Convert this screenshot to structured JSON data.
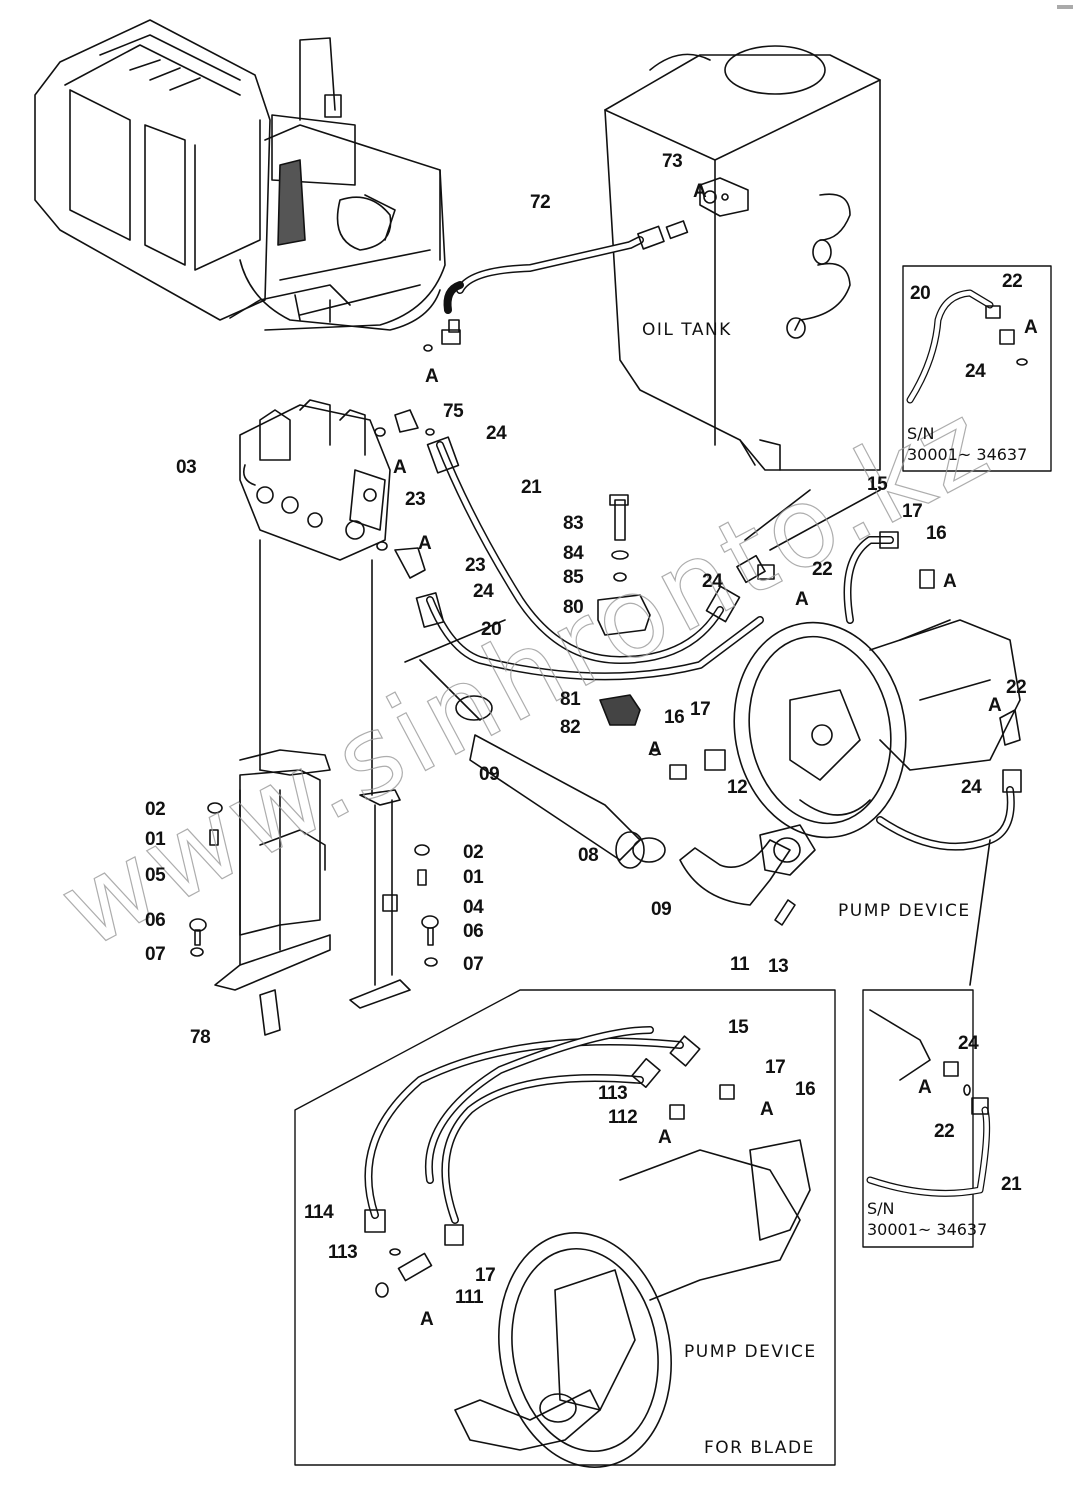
{
  "diagram": {
    "title_captions": {
      "oil_tank": "OIL TANK",
      "pump_device_main": "PUMP DEVICE",
      "pump_device_inset": "PUMP DEVICE",
      "for_blade": "FOR BLADE"
    },
    "serial_insets": [
      {
        "sn_label": "S/N",
        "range": "30001~ 34637",
        "parts": [
          "20",
          "22",
          "24",
          "A"
        ]
      },
      {
        "sn_label": "S/N",
        "range": "30001~ 34637",
        "parts": [
          "24",
          "22",
          "A",
          "21"
        ]
      }
    ],
    "watermark": "www.sinhronto.kz",
    "callouts": {
      "c73": "73",
      "c72": "72",
      "cA_tank": "A",
      "c20_inset": "20",
      "c22_inset": "22",
      "cA_inset": "A",
      "c24_inset": "24",
      "cA_75": "A",
      "c75": "75",
      "c24_a": "24",
      "c03": "03",
      "cA_23a": "A",
      "c23_a": "23",
      "c21": "21",
      "c83": "83",
      "c84": "84",
      "c85": "85",
      "c80": "80",
      "cA_23b": "A",
      "c23_b": "23",
      "c24_b": "24",
      "c20": "20",
      "c15": "15",
      "c17": "17",
      "c16": "16",
      "cA_16": "A",
      "c24_c": "24",
      "c22_c": "22",
      "cA_22c": "A",
      "c22_d": "22",
      "cA_22d": "A",
      "c24_d": "24",
      "c81": "81",
      "c82": "82",
      "c16_b": "16",
      "cA_16b": "A",
      "c17_b": "17",
      "c09_a": "09",
      "c12": "12",
      "c08": "08",
      "c09_b": "09",
      "c11": "11",
      "c13": "13",
      "c02_a": "02",
      "c01_a": "01",
      "c05": "05",
      "c06_a": "06",
      "c07_a": "07",
      "c02_b": "02",
      "c01_b": "01",
      "c04": "04",
      "c06_b": "06",
      "c07_b": "07",
      "c78": "78",
      "c15_blade": "15",
      "c17_blade": "17",
      "c16_blade": "16",
      "cA_16_blade": "A",
      "c113_a": "113",
      "c112": "112",
      "cA_112": "A",
      "c114": "114",
      "c113_b": "113",
      "c17_blade_b": "17",
      "c111": "111",
      "cA_111": "A",
      "c24_inset2": "24",
      "cA_inset2": "A",
      "c22_inset2": "22",
      "c21_inset2": "21"
    }
  }
}
